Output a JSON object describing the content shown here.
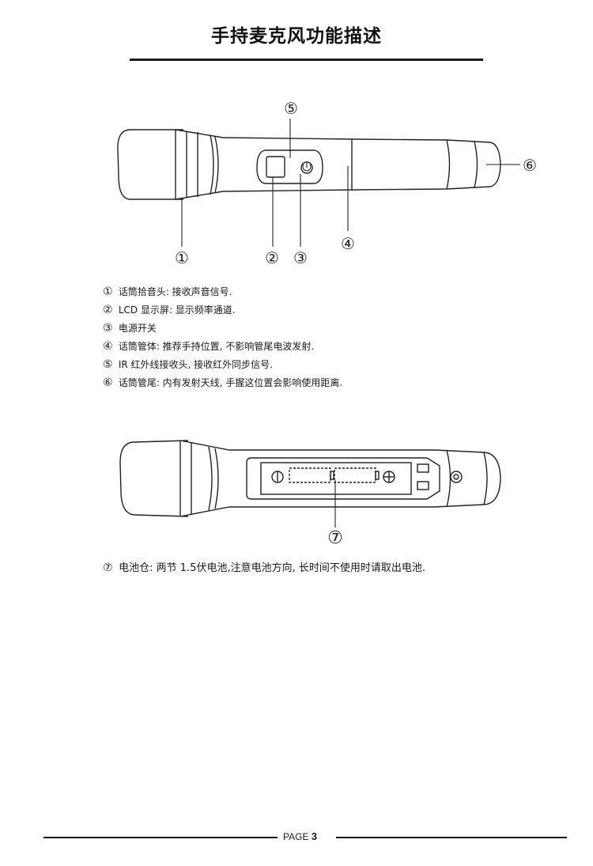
{
  "title": "手持麦克风功能描述",
  "callouts": {
    "c1": "①",
    "c2": "②",
    "c3": "③",
    "c4": "④",
    "c5": "⑤",
    "c6": "⑥",
    "c7": "⑦"
  },
  "legend": [
    {
      "num": "①",
      "text": "话筒拾音头: 接收声音信号."
    },
    {
      "num": "②",
      "text": "LCD 显示屏: 显示频率通道."
    },
    {
      "num": "③",
      "text": "电源开关"
    },
    {
      "num": "④",
      "text": "话筒管体: 推荐手持位置, 不影响管尾电波发射."
    },
    {
      "num": "⑤",
      "text": "IR 红外线接收头, 接收红外同步信号."
    },
    {
      "num": "⑥",
      "text": "话筒管尾: 内有发射天线, 手握这位置会影响使用距离."
    }
  ],
  "battery_note": {
    "num": "⑦",
    "text": "电池仓: 两节 1.5伏电池,注意电池方向, 长时间不使用时请取出电池."
  },
  "footer": {
    "page_label": "PAGE",
    "page_number": "3"
  }
}
